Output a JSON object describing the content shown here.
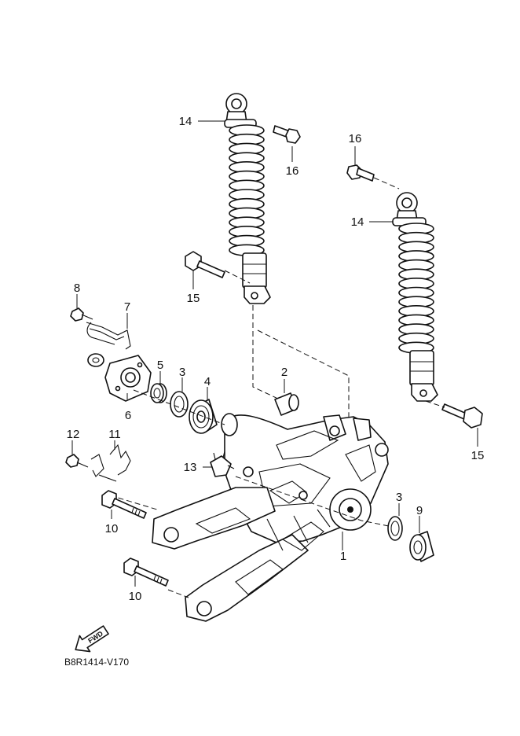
{
  "diagram": {
    "drawing_code": "B8R1414-V170",
    "fwd_label": "FWD",
    "callouts": [
      {
        "id": "c1",
        "label": "1"
      },
      {
        "id": "c2",
        "label": "2"
      },
      {
        "id": "c3a",
        "label": "3"
      },
      {
        "id": "c3b",
        "label": "3"
      },
      {
        "id": "c4",
        "label": "4"
      },
      {
        "id": "c5",
        "label": "5"
      },
      {
        "id": "c6",
        "label": "6"
      },
      {
        "id": "c7",
        "label": "7"
      },
      {
        "id": "c8",
        "label": "8"
      },
      {
        "id": "c9",
        "label": "9"
      },
      {
        "id": "c10a",
        "label": "10"
      },
      {
        "id": "c10b",
        "label": "10"
      },
      {
        "id": "c11",
        "label": "11"
      },
      {
        "id": "c12",
        "label": "12"
      },
      {
        "id": "c13",
        "label": "13"
      },
      {
        "id": "c14a",
        "label": "14"
      },
      {
        "id": "c14b",
        "label": "14"
      },
      {
        "id": "c15a",
        "label": "15"
      },
      {
        "id": "c15b",
        "label": "15"
      },
      {
        "id": "c16a",
        "label": "16"
      },
      {
        "id": "c16b",
        "label": "16"
      }
    ]
  }
}
